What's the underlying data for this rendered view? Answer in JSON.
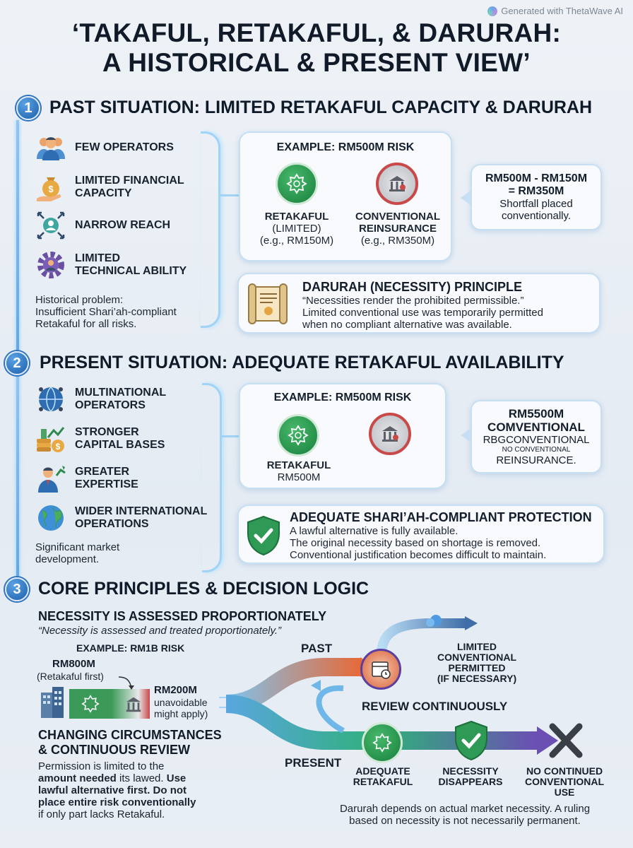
{
  "watermark": "Generated with ThetaWave AI",
  "title": {
    "line1": "‘TAKAFUL, RETAKAFUL, & DARURAH:",
    "line2": "A HISTORICAL & PRESENT VIEW’"
  },
  "section1": {
    "number": "1",
    "heading": "PAST SITUATION: LIMITED RETAKAFUL CAPACITY & DARURAH",
    "items": [
      {
        "label": "FEW OPERATORS",
        "icon": "people-group-icon"
      },
      {
        "label1": "LIMITED FINANCIAL",
        "label2": "CAPACITY",
        "icon": "money-bag-hand-icon"
      },
      {
        "label": "NARROW REACH",
        "icon": "person-arrows-icon"
      },
      {
        "label1": "LIMITED",
        "label2": "TECHNICAL ABILITY",
        "icon": "gear-person-icon"
      }
    ],
    "note": [
      "Historical problem:",
      "Insufficient Shari’ah-compliant",
      "Retakaful for all risks."
    ],
    "example": {
      "heading": "EXAMPLE: RM500M RISK",
      "left": {
        "l1": "RETAKAFUL",
        "l2": "(LIMITED)",
        "l3": "(e.g., RM150M)"
      },
      "right": {
        "l1": "CONVENTIONAL",
        "l2": "REINSURANCE",
        "l3": "(e.g., RM350M)"
      }
    },
    "callout": {
      "l1": "RM500M - RM150M",
      "l2": "= RM350M",
      "l3": "Shortfall placed",
      "l4": "conventionally."
    },
    "darurah": {
      "heading": "DARURAH (NECESSITY) PRINCIPLE",
      "l1": "“Necessities render the prohibited permissible.”",
      "l2": "Limited conventional use was temporarily permitted",
      "l3": "when no compliant alternative was available."
    }
  },
  "section2": {
    "number": "2",
    "heading": "PRESENT SITUATION: ADEQUATE RETAKAFUL AVAILABILITY",
    "items": [
      {
        "label1": "MULTINATIONAL",
        "label2": "OPERATORS",
        "icon": "globe-network-icon"
      },
      {
        "label1": "STRONGER",
        "label2": "CAPITAL BASES",
        "icon": "money-growth-icon"
      },
      {
        "label1": "GREATER",
        "label2": "EXPERTISE",
        "icon": "businessman-growth-icon"
      },
      {
        "label1": "WIDER INTERNATIONAL",
        "label2": "OPERATIONS",
        "icon": "earth-icon"
      }
    ],
    "note": [
      "Significant market",
      "development."
    ],
    "example": {
      "heading": "EXAMPLE: RM500M RISK",
      "left": {
        "l1": "RETAKAFUL",
        "l2": "RM500M"
      }
    },
    "callout": {
      "l1": "RM5500M",
      "l2": "COMVENTIONAL",
      "l3": "RBGCONVENTIONAL",
      "l4": "NO CONVENTIONAL",
      "l5": "REINSURANCE."
    },
    "adequate": {
      "heading": "ADEQUATE SHARI’AH-COMPLIANT PROTECTION",
      "l1": "A lawful alternative is fully available.",
      "l2": "The original necessity based on shortage is removed.",
      "l3": "Conventional justification becomes difficult to maintain."
    }
  },
  "section3": {
    "number": "3",
    "heading": "CORE PRINCIPLES & DECISION LOGIC",
    "prop": {
      "heading": "NECESSITY IS ASSESSED PROPORTIONATELY",
      "quote": "“Necessity is assessed and treated proportionately.”",
      "example": "EXAMPLE: RM1B RISK",
      "left_amount": "RM800M",
      "left_note": "(Retakaful first)",
      "right_amount": "RM200M",
      "right_note1": "unavoidable",
      "right_note2": "might apply)"
    },
    "changing": {
      "heading1": "CHANGING CIRCUMSTANCES",
      "heading2": "& CONTINUOUS REVIEW",
      "t1": "Permission is limited to the",
      "t2a": "amount needed",
      "t2b": " its lawed. ",
      "t2c": "Use",
      "t3": "lawful alternative first.",
      "t3b": " Do not",
      "t4": "place entire risk conventionally",
      "t5": "if only part lacks Retakaful."
    },
    "flow": {
      "past": "PAST",
      "present": "PRESENT",
      "limited": [
        "LIMITED",
        "CONVENTIONAL",
        "PERMITTED",
        "(IF NECESSARY)"
      ],
      "review": "REVIEW CONTINUOUSLY",
      "adequate": [
        "ADEQUATE",
        "RETAKAFUL"
      ],
      "disappears": [
        "NECESSITY",
        "DISAPPEARS"
      ],
      "nouse": [
        "NO CONTINUED",
        "CONVENTIONAL",
        "USE"
      ],
      "footer1": "Darurah depends on actual market necessity. A ruling",
      "footer2": "based on necessity is not necessarily permanent."
    }
  }
}
